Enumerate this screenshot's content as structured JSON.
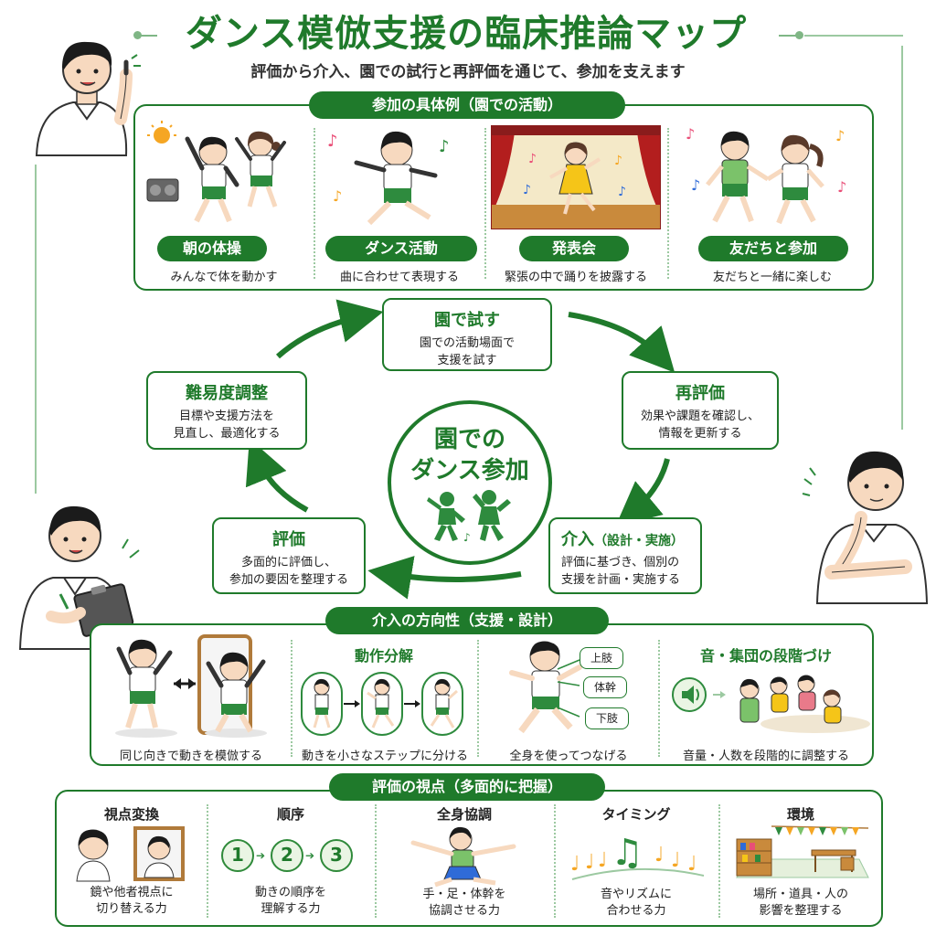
{
  "header": {
    "title": "ダンス模倣支援の臨床推論マップ",
    "subtitle": "評価から介入、園での試行と再評価を通じて、参加を支えます"
  },
  "participation": {
    "header": "参加の具体例（園での活動）",
    "items": [
      {
        "label": "朝の体操",
        "caption": "みんなで体を動かす"
      },
      {
        "label": "ダンス活動",
        "caption": "曲に合わせて表現する"
      },
      {
        "label": "発表会",
        "caption": "緊張の中で踊りを披露する"
      },
      {
        "label": "友だちと参加",
        "caption": "友だちと一緒に楽しむ"
      }
    ]
  },
  "cycle": {
    "center": [
      "園での",
      "ダンス参加"
    ],
    "try": {
      "title": "園で試す",
      "desc": [
        "園での活動場面で",
        "支援を試す"
      ]
    },
    "reeval": {
      "title": "再評価",
      "desc": [
        "効果や課題を確認し、",
        "情報を更新する"
      ]
    },
    "intervention": {
      "title": "介入",
      "title_suffix": "（設計・実施）",
      "desc": [
        "評価に基づき、個別の",
        "支援を計画・実施する"
      ]
    },
    "evaluation": {
      "title": "評価",
      "desc": [
        "多面的に評価し、",
        "参加の要因を整理する"
      ]
    },
    "adjust": {
      "title": "難易度調整",
      "desc": [
        "目標や支援方法を",
        "見直し、最適化する"
      ]
    }
  },
  "directions": {
    "header": "介入の方向性（支援・設計）",
    "items": [
      {
        "title": "",
        "caption": "同じ向きで動きを模倣する"
      },
      {
        "title": "動作分解",
        "caption": "動きを小さなステップに分ける"
      },
      {
        "title": "",
        "caption": "全身を使ってつなげる",
        "parts": [
          "上肢",
          "体幹",
          "下肢"
        ]
      },
      {
        "title": "音・集団の段階づけ",
        "caption": "音量・人数を段階的に調整する"
      }
    ]
  },
  "perspectives": {
    "header": "評価の視点（多面的に把握）",
    "items": [
      {
        "title": "視点変換",
        "caption": [
          "鏡や他者視点に",
          "切り替える力"
        ]
      },
      {
        "title": "順序",
        "caption": [
          "動きの順序を",
          "理解する力"
        ],
        "numbers": [
          "1",
          "2",
          "3"
        ]
      },
      {
        "title": "全身協調",
        "caption": [
          "手・足・体幹を",
          "協調させる力"
        ]
      },
      {
        "title": "タイミング",
        "caption": [
          "音やリズムに",
          "合わせる力"
        ]
      },
      {
        "title": "環境",
        "caption": [
          "場所・道具・人の",
          "影響を整理する"
        ]
      }
    ]
  },
  "colors": {
    "primary": "#1f7a2b",
    "light": "#9cc9a1",
    "shirt": "#ffffff",
    "shorts": "#2e8b3e",
    "hair": "#1b1b1b",
    "skin": "#f7d9bf"
  }
}
